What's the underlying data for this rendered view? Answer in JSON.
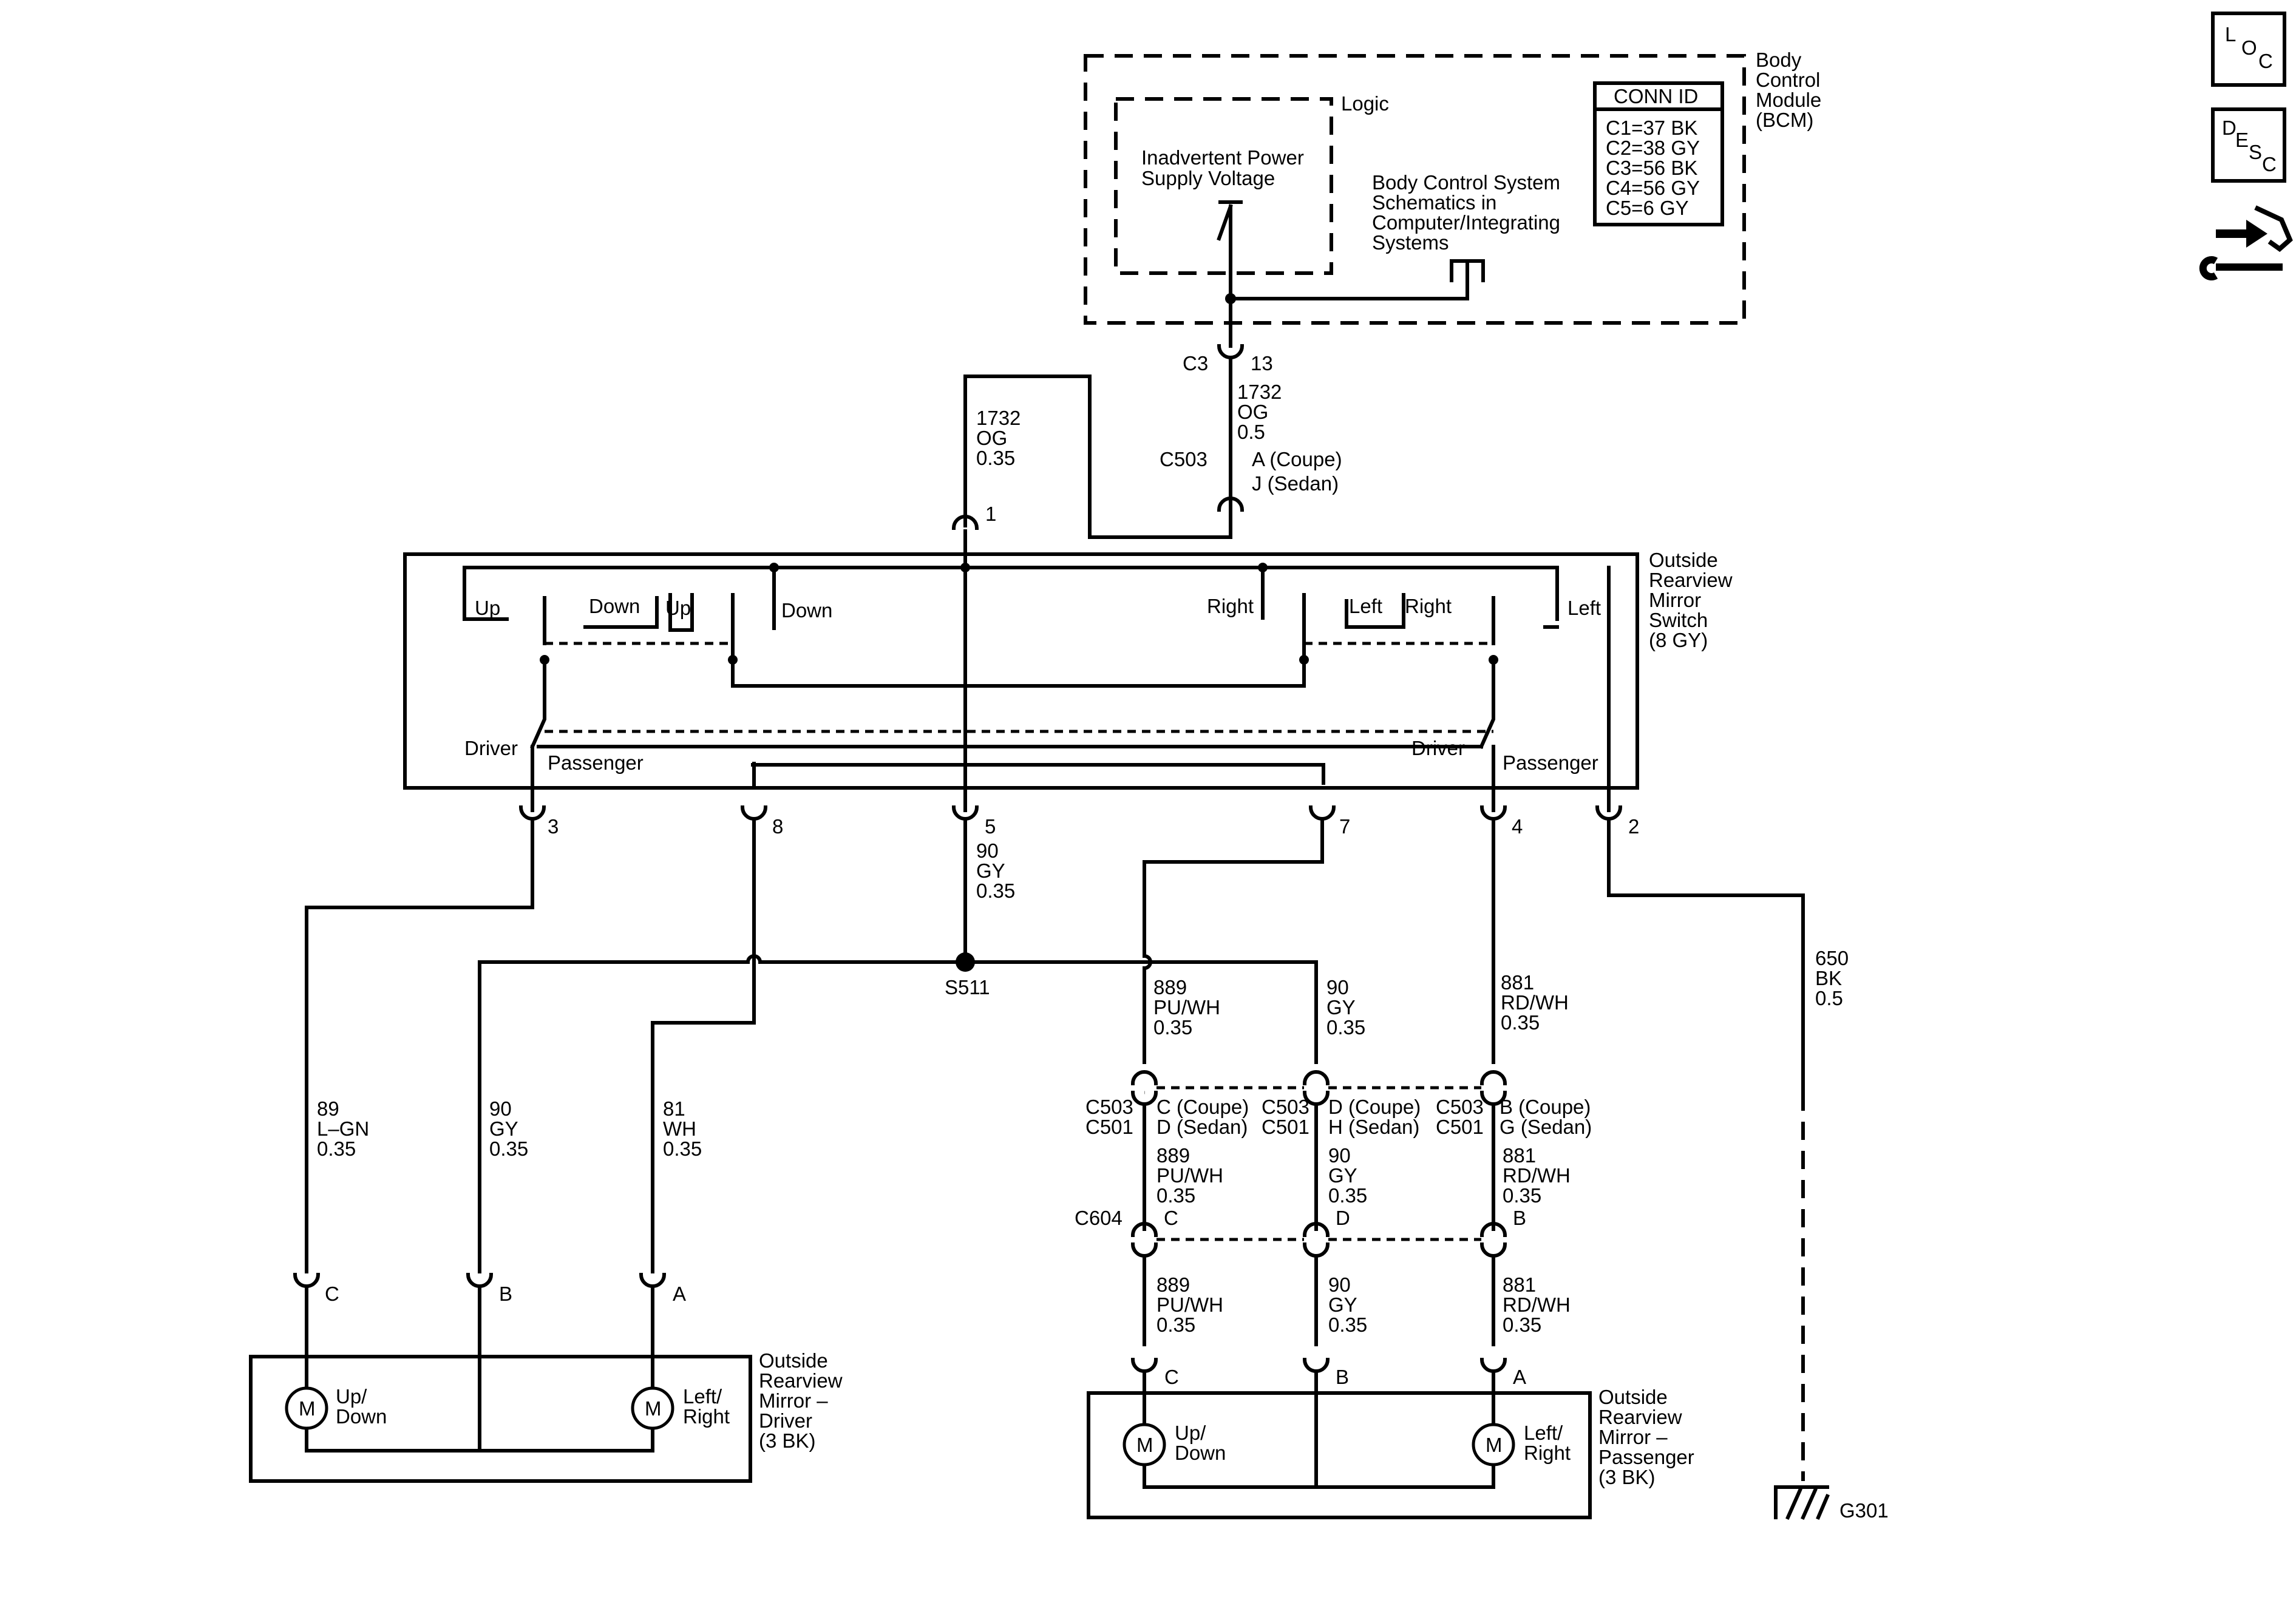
{
  "bcm": {
    "title_lines": [
      "Body",
      "Control",
      "Module",
      "(BCM)"
    ],
    "logic_label": "Logic",
    "ips_lines": [
      "Inadvertent Power",
      "Supply Voltage"
    ],
    "bcs_lines": [
      "Body Control System",
      "Schematics in",
      "Computer/Integrating",
      "Systems"
    ],
    "conn_id_title": "CONN ID",
    "conn_ids": [
      "C1=37 BK",
      "C2=38 GY",
      "C3=56 BK",
      "C4=56 GY",
      "C5=6 GY"
    ],
    "c3_label": "C3",
    "c3_pin": "13"
  },
  "wires": {
    "w1732_left": [
      "1732",
      "OG",
      "0.35"
    ],
    "w1732_right": [
      "1732",
      "OG",
      "0.5"
    ],
    "c503_top": "C503",
    "c503_top_pins": [
      "A (Coupe)",
      "J (Sedan)"
    ],
    "w89_left": [
      "89",
      "L–GN",
      "0.35"
    ],
    "w90_left": [
      "90",
      "GY",
      "0.35"
    ],
    "w81_left": [
      "81",
      "WH",
      "0.35"
    ],
    "w90_center": [
      "90",
      "GY",
      "0.35"
    ],
    "w889_upper": [
      "889",
      "PU/WH",
      "0.35"
    ],
    "w90_upper": [
      "90",
      "GY",
      "0.35"
    ],
    "w881_upper": [
      "881",
      "RD/WH",
      "0.35"
    ],
    "w650": [
      "650",
      "BK",
      "0.5"
    ],
    "splice": "S511",
    "ground": "G301"
  },
  "switch": {
    "title_lines": [
      "Outside",
      "Rearview",
      "Mirror",
      "Switch",
      "(8 GY)"
    ],
    "up1": "Up",
    "down1": "Down",
    "up2": "Up",
    "down2": "Down",
    "right1": "Right",
    "left1": "Left",
    "right2": "Right",
    "left2": "Left",
    "driver1": "Driver",
    "passenger1": "Passenger",
    "driver2": "Driver",
    "passenger2": "Passenger",
    "pins": [
      "1",
      "3",
      "8",
      "5",
      "7",
      "4",
      "2"
    ]
  },
  "connectors": {
    "c503_c501": {
      "left_names": [
        "C503",
        "C501"
      ],
      "pin_c": [
        "C (Coupe)",
        "D (Sedan)"
      ],
      "mid_names": [
        "C503",
        "C501"
      ],
      "pin_d": [
        "D (Coupe)",
        "H (Sedan)"
      ],
      "right_names": [
        "C503",
        "C501"
      ],
      "pin_b": [
        "B (Coupe)",
        "G (Sedan)"
      ]
    },
    "mid_wires": {
      "w889": [
        "889",
        "PU/WH",
        "0.35"
      ],
      "w90": [
        "90",
        "GY",
        "0.35"
      ],
      "w881": [
        "881",
        "RD/WH",
        "0.35"
      ]
    },
    "c604": {
      "name": "C604",
      "pins": [
        "C",
        "D",
        "B"
      ]
    },
    "low_wires": {
      "w889": [
        "889",
        "PU/WH",
        "0.35"
      ],
      "w90": [
        "90",
        "GY",
        "0.35"
      ],
      "w881": [
        "881",
        "RD/WH",
        "0.35"
      ]
    }
  },
  "driver_mirror": {
    "pins": [
      "C",
      "B",
      "A"
    ],
    "title_lines": [
      "Outside",
      "Rearview",
      "Mirror –",
      "Driver",
      "(3 BK)"
    ],
    "motor_symbol": "M",
    "updown_lines": [
      "Up/",
      "Down"
    ],
    "leftright_lines": [
      "Left/",
      "Right"
    ]
  },
  "passenger_mirror": {
    "pins": [
      "C",
      "B",
      "A"
    ],
    "title_lines": [
      "Outside",
      "Rearview",
      "Mirror –",
      "Passenger",
      "(3 BK)"
    ],
    "motor_symbol": "M",
    "updown_lines": [
      "Up/",
      "Down"
    ],
    "leftright_lines": [
      "Left/",
      "Right"
    ]
  },
  "nav": {
    "loc": [
      "L",
      "O",
      "C"
    ],
    "desc": [
      "D",
      "E",
      "S",
      "C"
    ]
  }
}
